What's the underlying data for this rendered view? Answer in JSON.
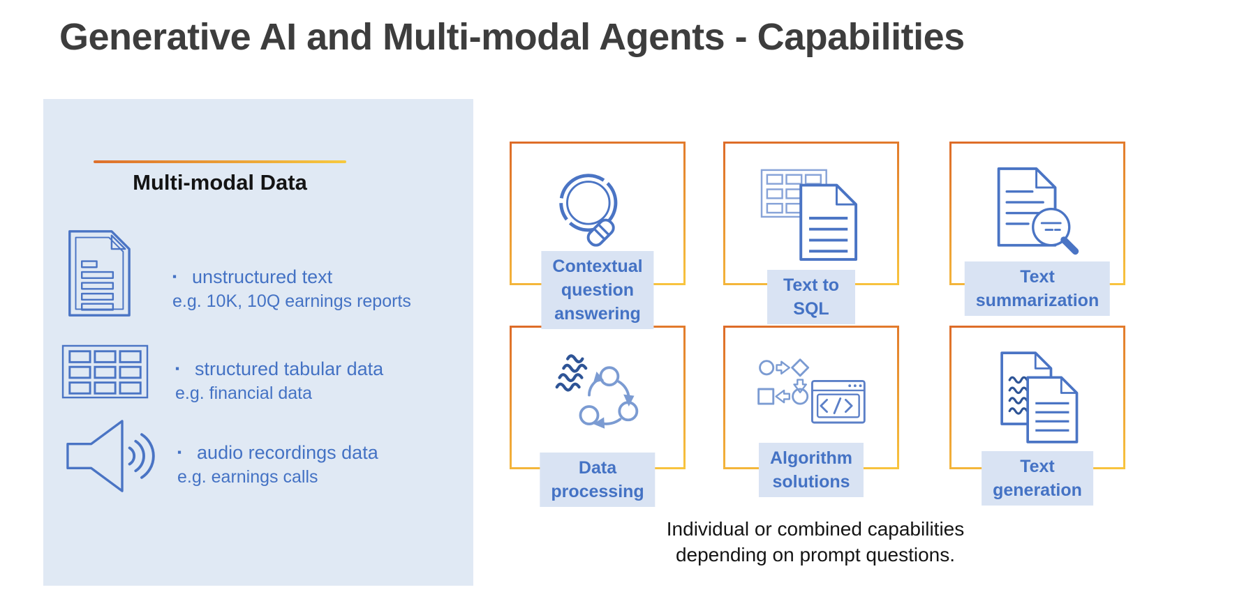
{
  "title": "Generative AI and Multi-modal Agents - Capabilities",
  "panel": {
    "heading": "Multi-modal Data",
    "bullet": "▪",
    "items": [
      {
        "icon": "document-icon",
        "label": "unstructured text",
        "example": "e.g. 10K, 10Q earnings reports"
      },
      {
        "icon": "table-icon",
        "label": "structured tabular data",
        "example": "e.g. financial data"
      },
      {
        "icon": "speaker-icon",
        "label": "audio recordings data",
        "example": "e.g. earnings calls"
      }
    ]
  },
  "capabilities": {
    "items": [
      {
        "icon": "magnifier-icon",
        "label": "Contextual\nquestion\nanswering"
      },
      {
        "icon": "table-document-icon",
        "label": "Text to SQL"
      },
      {
        "icon": "document-magnifier-icon",
        "label": "Text\nsummarization"
      },
      {
        "icon": "data-cycle-icon",
        "label": "Data processing"
      },
      {
        "icon": "flowchart-code-icon",
        "label": "Algorithm\nsolutions"
      },
      {
        "icon": "documents-icon",
        "label": "Text generation"
      }
    ],
    "footnote": "Individual or combined capabilities\ndepending on prompt questions."
  },
  "colors": {
    "accent_orange": "#dd6b28",
    "accent_yellow": "#f8c43e",
    "panel_bg": "#e0e9f4",
    "label_bg": "#d9e3f3",
    "blue": "#4472c4",
    "dark_blue": "#2e5496",
    "light_blue": "#7b9bd2",
    "title_gray": "#3d3d3d"
  }
}
